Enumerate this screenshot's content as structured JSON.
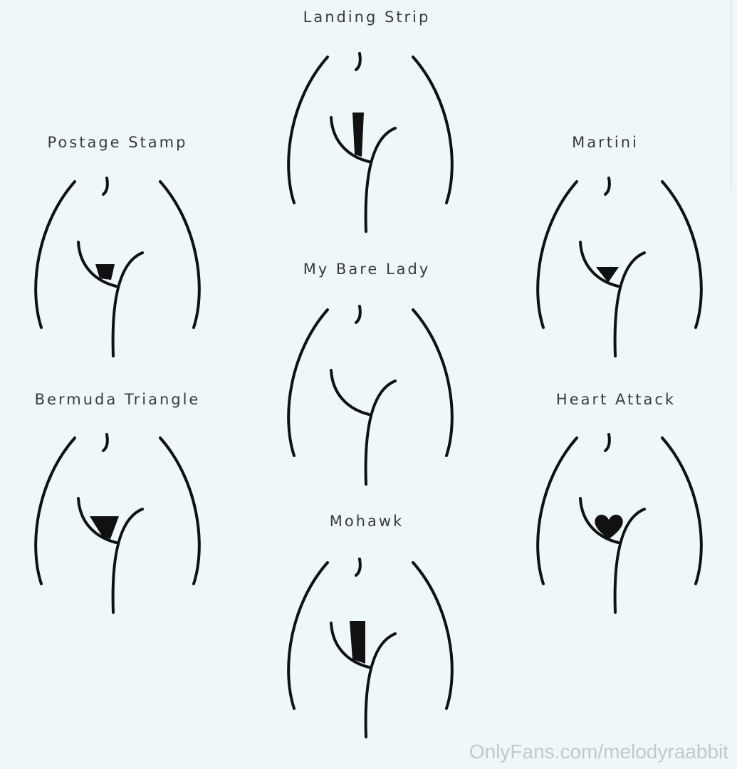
{
  "styles": [
    {
      "key": "strip",
      "label": "Landing Strip"
    },
    {
      "key": "postage",
      "label": "Postage Stamp"
    },
    {
      "key": "martini",
      "label": "Martini"
    },
    {
      "key": "bare",
      "label": "My Bare Lady"
    },
    {
      "key": "bermuda",
      "label": "Bermuda Triangle"
    },
    {
      "key": "heart",
      "label": "Heart Attack"
    },
    {
      "key": "mohawk",
      "label": "Mohawk"
    }
  ],
  "watermark": "OnlyFans.com/melodyraabbit",
  "colors": {
    "background": "#eef8fa",
    "line": "#111111",
    "text": "#3a3a3a"
  }
}
